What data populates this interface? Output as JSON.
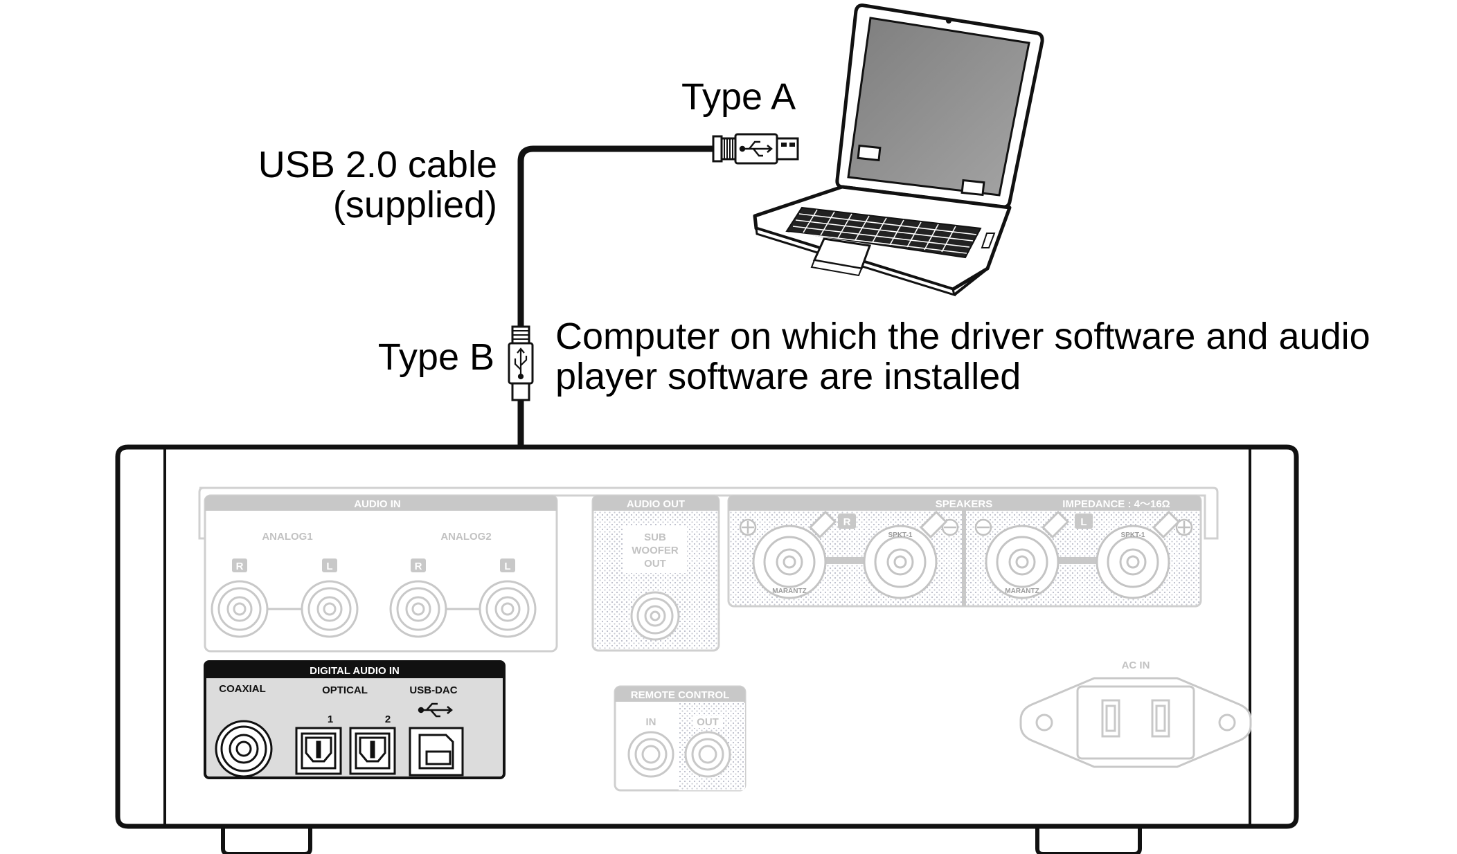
{
  "callouts": {
    "type_a": "Type A",
    "cable_line1": "USB 2.0 cable",
    "cable_line2": "(supplied)",
    "type_b": "Type B",
    "computer_line1": "Computer on which the driver software and audio",
    "computer_line2": "player software are installed"
  },
  "rear_panel": {
    "audio_in": {
      "title": "AUDIO IN",
      "analog1": "ANALOG1",
      "analog2": "ANALOG2",
      "channel_r": "R",
      "channel_l": "L"
    },
    "audio_out": {
      "title": "AUDIO OUT",
      "sub_line1": "SUB",
      "sub_line2": "WOOFER",
      "sub_line3": "OUT"
    },
    "speakers": {
      "title": "SPEAKERS",
      "impedance": "IMPEDANCE : 4～16Ω",
      "channel_r": "R",
      "channel_l": "L",
      "terminal_text_a": "SPKT-1",
      "terminal_text_b": "MARANTZ"
    },
    "digital_audio_in": {
      "title": "DIGITAL AUDIO IN",
      "coaxial": "COAXIAL",
      "optical": "OPTICAL",
      "optical_1": "1",
      "optical_2": "2",
      "usb_dac": "USB-DAC",
      "usb_symbol": "usb-trident-icon"
    },
    "remote_control": {
      "title": "REMOTE CONTROL",
      "in": "IN",
      "out": "OUT"
    },
    "ac_in": {
      "title": "AC IN"
    }
  },
  "colors": {
    "line": "#111111",
    "faded": "#c8c8c8",
    "screen": "#8a8a8a",
    "hatch": "#bfc2cc"
  }
}
